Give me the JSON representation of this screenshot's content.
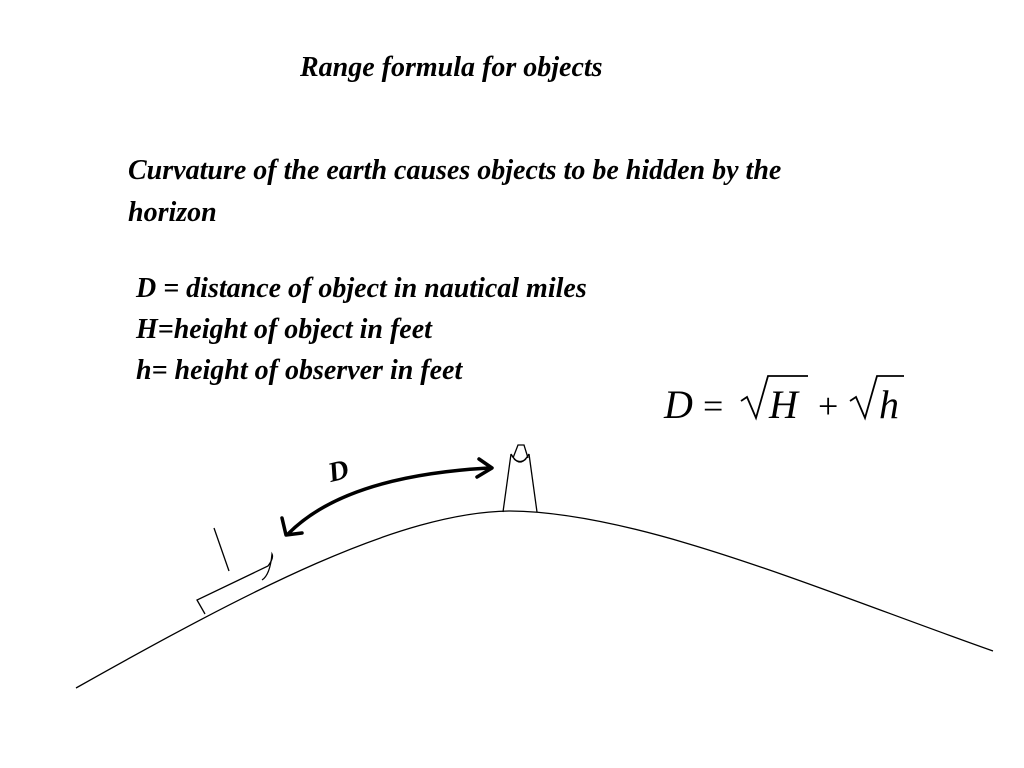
{
  "slide": {
    "title": "Range formula for objects",
    "description": "Curvature of the earth causes objects to be hidden by the horizon",
    "definitions": [
      "D = distance of object in nautical miles",
      "H=height of object in feet",
      "h= height of observer in feet"
    ]
  },
  "formula": {
    "lhs": "D",
    "equals": "=",
    "term1": "H",
    "plus": "+",
    "term2": "h"
  },
  "diagram": {
    "distance_label": "D"
  }
}
